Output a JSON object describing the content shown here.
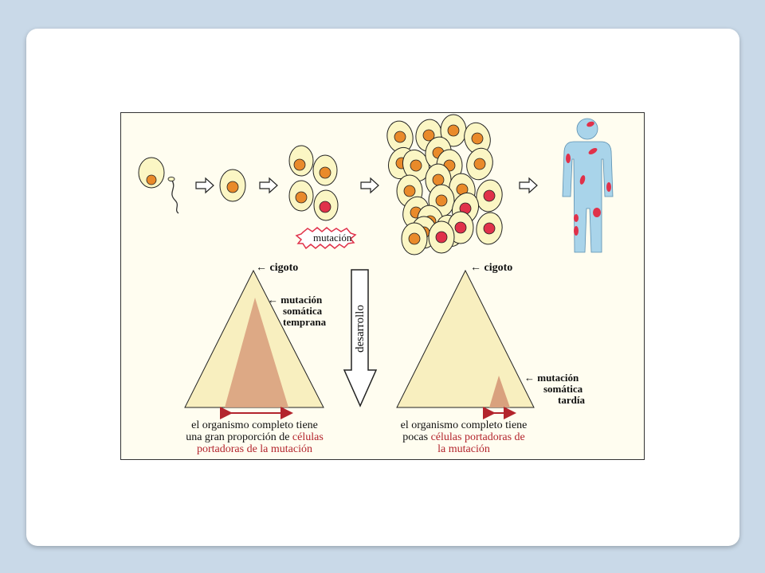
{
  "figure": {
    "mutation_label": "mutación",
    "development_label": "desarrollo",
    "left": {
      "zygote_label": "← cigoto",
      "mutation_line1": "← mutación",
      "mutation_line2": "somática",
      "mutation_line3": "temprana",
      "caption_line1": "el organismo completo tiene",
      "caption_line2_prefix": "una gran proporción de ",
      "caption_line2_highlight": "células",
      "caption_line3": "portadoras de la mutación"
    },
    "right": {
      "zygote_label": "← cigoto",
      "mutation_line1": "← mutación",
      "mutation_line2": "somática",
      "mutation_line3": "tardía",
      "caption_line1": "el organismo completo tiene",
      "caption_line2_prefix": "pocas ",
      "caption_line2_highlight": "células portadoras de",
      "caption_line3": "la mutación"
    }
  },
  "colors": {
    "cell_fill": "#fbf6c4",
    "nucleus_normal": "#e98a2a",
    "nucleus_mutant": "#e0314a",
    "triangle_fill": "#f8efbf",
    "mutant_region": "#d9a17e",
    "body_fill": "#a9d4ea",
    "highlight_text": "#b3242c"
  }
}
